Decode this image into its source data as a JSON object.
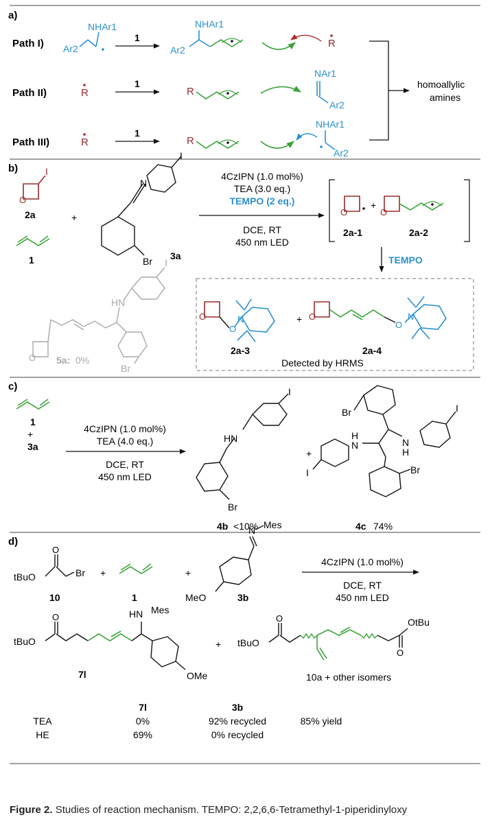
{
  "figure": {
    "caption_label": "Figure 2.",
    "caption_text": "Studies of reaction mechanism. TEMPO: 2,2,6,6-Tetramethyl-1-piperidinyloxy"
  },
  "colors": {
    "blue": "#2a8fd0",
    "red": "#9a2a2a",
    "green": "#3aa23a",
    "gray": "#a8a8a8",
    "black": "#111111"
  },
  "panel_a": {
    "label": "a)",
    "paths": [
      {
        "label": "Path I)",
        "catalyst": "1",
        "reactant_amine": "NHAr1",
        "reactant_ar": "Ar2",
        "product_amine": "NHAr1",
        "product_ar": "Ar2",
        "radical": "R"
      },
      {
        "label": "Path II)",
        "catalyst": "1",
        "radical": "R",
        "product_r": "R",
        "imine": "NAr1",
        "imine_ar": "Ar2"
      },
      {
        "label": "Path III)",
        "catalyst": "1",
        "radical": "R",
        "product_r": "R",
        "amine": "NHAr1",
        "amine_ar": "Ar2"
      }
    ],
    "outcome_line1": "homoallylic",
    "outcome_line2": "amines"
  },
  "panel_b": {
    "label": "b)",
    "reagent_2a": "2a",
    "reagent_1": "1",
    "reagent_3a": "3a",
    "plus": "+",
    "iodo": "I",
    "n": "N",
    "br": "Br",
    "o": "O",
    "cond1": "4CzIPN (1.0 mol%)",
    "cond2": "TEA (3.0 eq.)",
    "cond3": "TEMPO (2 eq.)",
    "cond4": "DCE, RT",
    "cond5": "450 nm LED",
    "int1": "2a-1",
    "int2": "2a-2",
    "tempo_arrow": "TEMPO",
    "adduct1": "2a-3",
    "adduct2": "2a-4",
    "detected": "Detected by HRMS",
    "product_5a_label": "5a:",
    "product_5a_yield": "0%",
    "hn": "HN"
  },
  "panel_c": {
    "label": "c)",
    "reagent_1": "1",
    "plus": "+",
    "reagent_3a": "3a",
    "cond1": "4CzIPN (1.0 mol%)",
    "cond2": "TEA (4.0 eq.)",
    "cond3": "DCE, RT",
    "cond4": "450 nm LED",
    "product_4b": "4b",
    "yield_4b": "<10%",
    "product_4c": "4c",
    "yield_4c": "74%",
    "hn": "HN",
    "h": "H",
    "n": "N",
    "br": "Br",
    "iodo": "I"
  },
  "panel_d": {
    "label": "d)",
    "reagent_10": "10",
    "reagent_1": "1",
    "reagent_3b": "3b",
    "plus": "+",
    "tbuo": "tBuO",
    "br": "Br",
    "mes": "Mes",
    "meo": "MeO",
    "ome": "OMe",
    "n": "N",
    "hn": "HN",
    "o": "O",
    "cond1": "4CzIPN (1.0 mol%)",
    "cond2": "DCE, RT",
    "cond3": "450 nm LED",
    "product_7l": "7l",
    "product_10a": "10a + other isomers",
    "otbu": "OtBu",
    "table": {
      "headers": [
        "",
        "7l",
        "3b",
        ""
      ],
      "rows": [
        [
          "TEA",
          "0%",
          "92% recycled",
          "85% yield"
        ],
        [
          "HE",
          "69%",
          "0% recycled",
          ""
        ]
      ]
    }
  }
}
